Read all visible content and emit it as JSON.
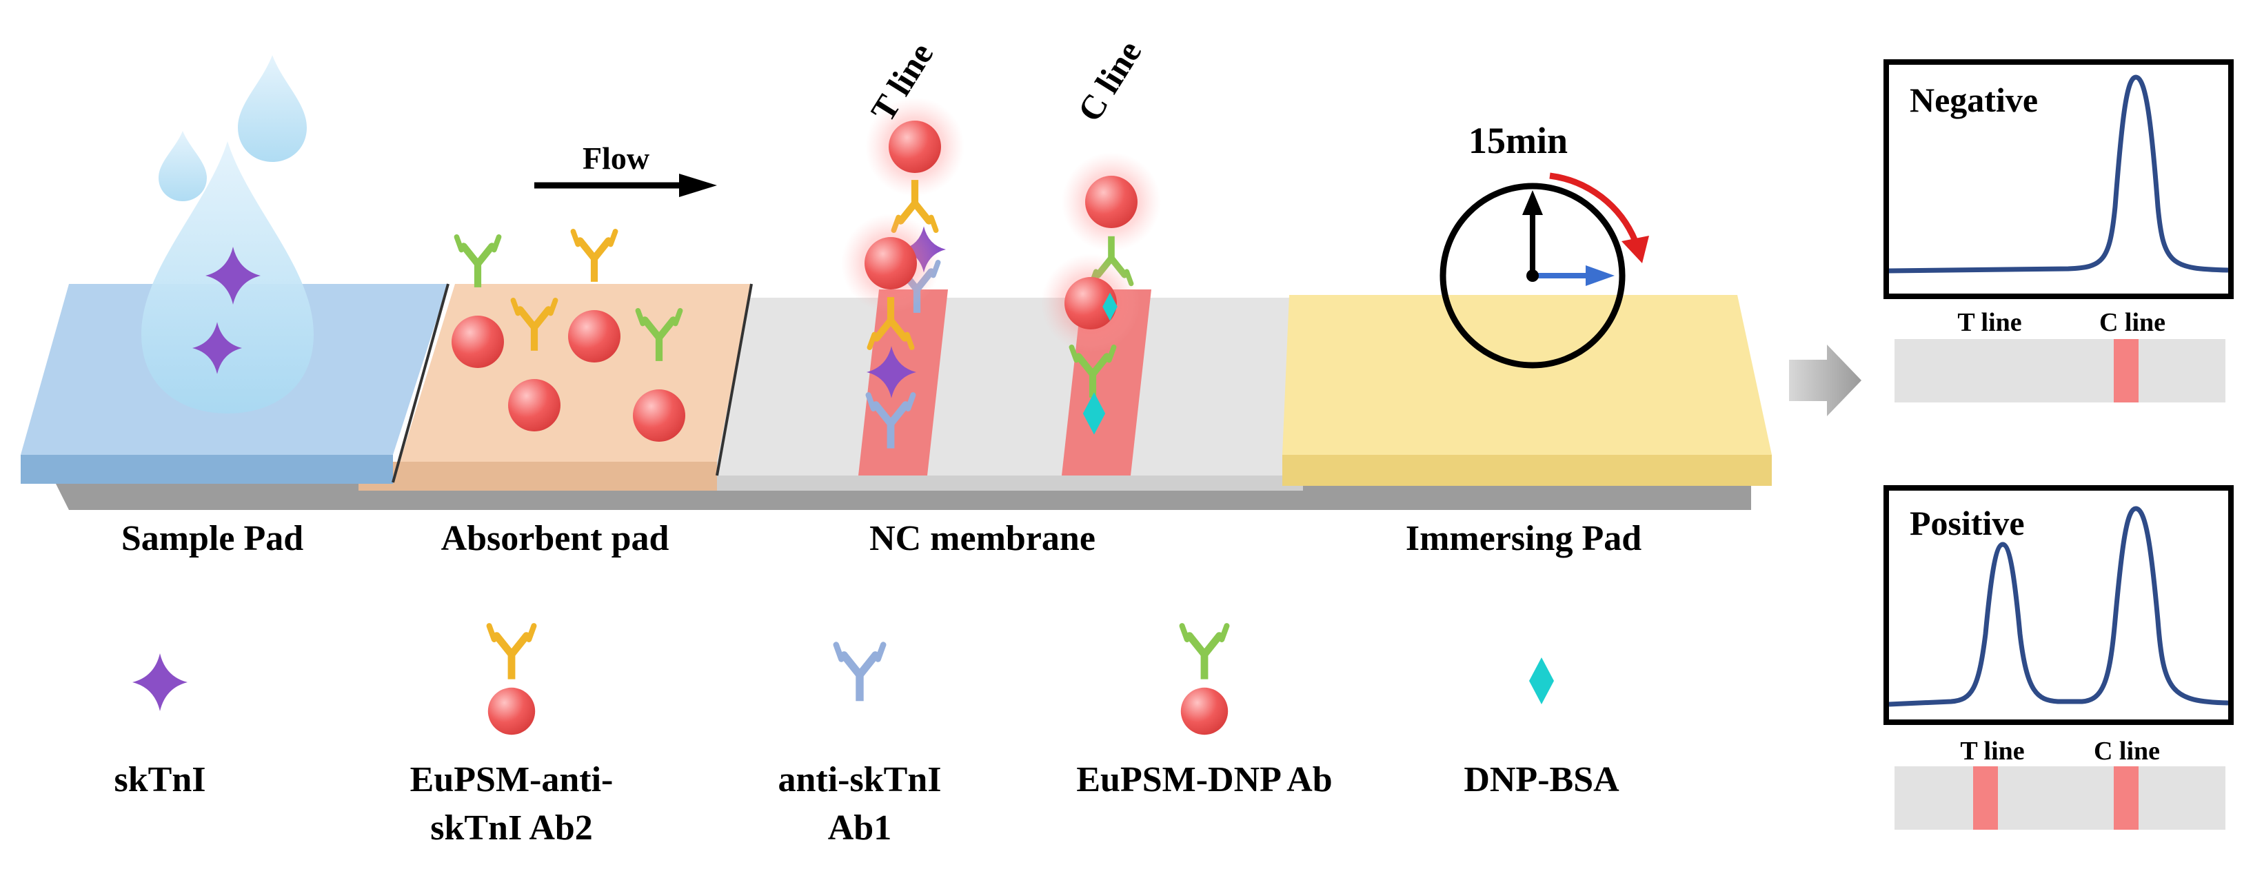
{
  "pads": {
    "sample": "Sample Pad",
    "absorbent": "Absorbent pad",
    "membrane": "NC membrane",
    "immersing": "Immersing Pad"
  },
  "flow_label": "Flow",
  "timer_label": "15min",
  "lines": {
    "test": "T line",
    "control": "C line"
  },
  "legend": {
    "sktni": "skTnI",
    "ab2_line1": "EuPSM-anti-",
    "ab2_line2": "skTnI Ab2",
    "ab1_line1": "anti-skTnI",
    "ab1_line2": "Ab1",
    "dnp_ab": "EuPSM-DNP Ab",
    "dnp_bsa": "DNP-BSA"
  },
  "results": {
    "negative": {
      "title": "Negative",
      "t_label": "T line",
      "c_label": "C line",
      "t_band_visible": false,
      "c_band_visible": true
    },
    "positive": {
      "title": "Positive",
      "t_label": "T line",
      "c_label": "C line",
      "t_band_visible": true,
      "c_band_visible": true
    }
  },
  "colors": {
    "sample_pad": "#b4d2ee",
    "absorbent_pad": "#f6d2b4",
    "membrane": "#e4e4e4",
    "immersing_pad": "#fae7a0",
    "test_zone": "#f08080",
    "particle": "#f05a5a",
    "skTnI": "#8a4fc6",
    "ab_anti_sktni_2": "#f0b428",
    "ab_anti_sktni_1": "#94aedb",
    "ab_dnp": "#8ac850",
    "dnp_bsa": "#1ccfcf",
    "curve": "#2e4b88",
    "timer_arrow_red": "#e02020",
    "timer_arrow_blue": "#3a6fd0"
  }
}
